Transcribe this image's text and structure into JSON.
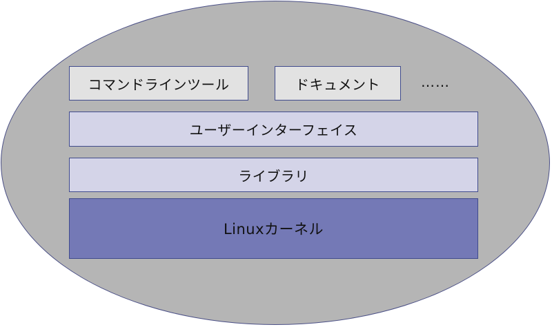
{
  "colors": {
    "background": "#ffffff",
    "ellipse_fill": "#b5b5b5",
    "tool_box_fill": "#e2e2e2",
    "layer_box_fill": "#d4d4e8",
    "kernel_fill": "#7479b6",
    "border": "#3f4a8c"
  },
  "tools": {
    "command_line": "コマンドラインツール",
    "documents": "ドキュメント",
    "more": "……"
  },
  "layers": {
    "user_interface": "ユーザーインターフェイス",
    "library": "ライブラリ",
    "kernel": "Linuxカーネル"
  }
}
